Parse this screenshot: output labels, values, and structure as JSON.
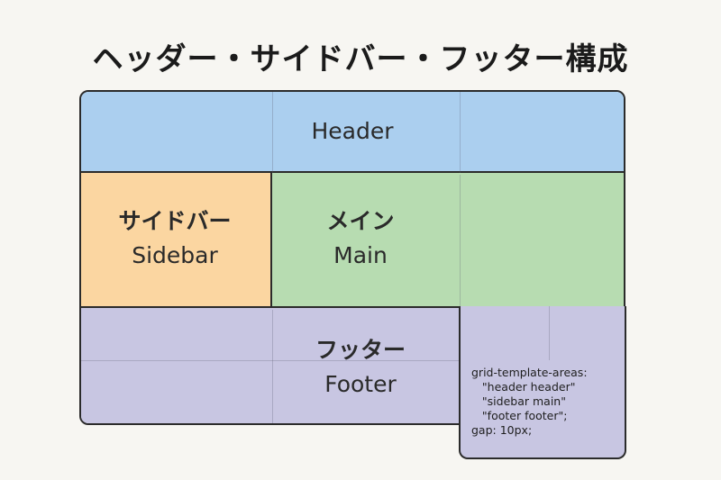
{
  "title": "ヘッダー・サイドバー・フッター構成",
  "areas": {
    "header": {
      "label": "Header",
      "color": "#abcfef"
    },
    "sidebar": {
      "label_jp": "サイドバー",
      "label_en": "Sidebar",
      "color": "#fbd6a1"
    },
    "main": {
      "label_jp": "メイン",
      "label_en": "Main",
      "color": "#b7dcb1"
    },
    "footer": {
      "label_jp": "フッター",
      "label_en": "Footer",
      "color": "#c8c6e2"
    }
  },
  "code": {
    "lines": [
      "grid-template-areas:",
      "   \"header header\"",
      "   \"sidebar main\"",
      "   \"footer footer\";",
      "gap: 10px;"
    ]
  }
}
